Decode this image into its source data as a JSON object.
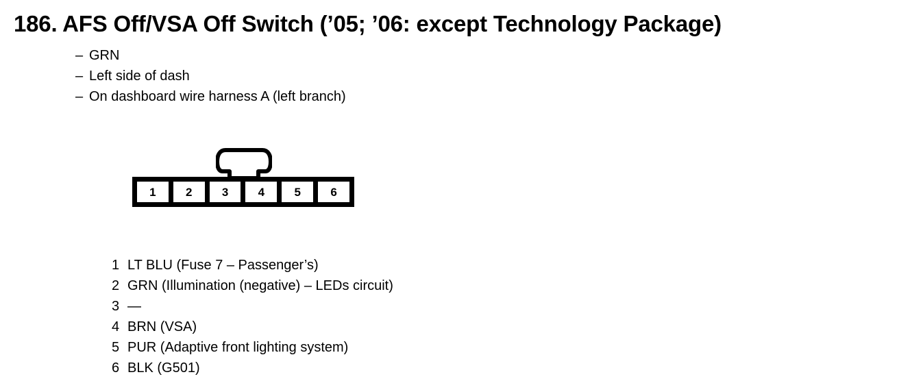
{
  "page": {
    "background_color": "#ffffff",
    "text_color": "#000000",
    "title": "186.  AFS Off/VSA Off Switch (’05; ’06: except Technology Package)"
  },
  "notes": {
    "dash": "–",
    "items": [
      "GRN",
      "Left side of dash",
      "On dashboard wire harness A (left branch)"
    ]
  },
  "connector": {
    "pin_count": 6,
    "pin_labels": [
      "1",
      "2",
      "3",
      "4",
      "5",
      "6"
    ],
    "latch_position": "top-center"
  },
  "pin_legend": [
    {
      "num": "1",
      "desc": "LT BLU (Fuse 7 – Passenger’s)"
    },
    {
      "num": "2",
      "desc": "GRN (Illumination (negative) – LEDs circuit)"
    },
    {
      "num": "3",
      "desc": "—"
    },
    {
      "num": "4",
      "desc": "BRN (VSA)"
    },
    {
      "num": "5",
      "desc": "PUR (Adaptive front lighting system)"
    },
    {
      "num": "6",
      "desc": "BLK (G501)"
    }
  ]
}
